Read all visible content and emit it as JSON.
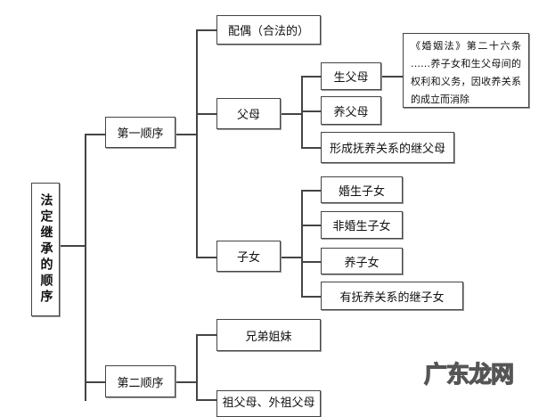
{
  "root": "法定继承的顺序",
  "first": {
    "label": "第一顺序",
    "spouse": "配偶（合法的）",
    "parents": {
      "label": "父母",
      "items": [
        "生父母",
        "养父母",
        "形成抚养关系的继父母"
      ]
    },
    "children": {
      "label": "子女",
      "items": [
        "婚生子女",
        "非婚生子女",
        "养子女",
        "有抚养关系的继子女"
      ]
    }
  },
  "note": "《婚姻法》第二十六条 ……养子女和生父母间的权利和义务，因收养关系的成立而消除",
  "second": {
    "label": "第二顺序",
    "items": [
      "兄弟姐妹",
      "祖父母、外祖父母"
    ]
  },
  "watermark": "广东龙网"
}
